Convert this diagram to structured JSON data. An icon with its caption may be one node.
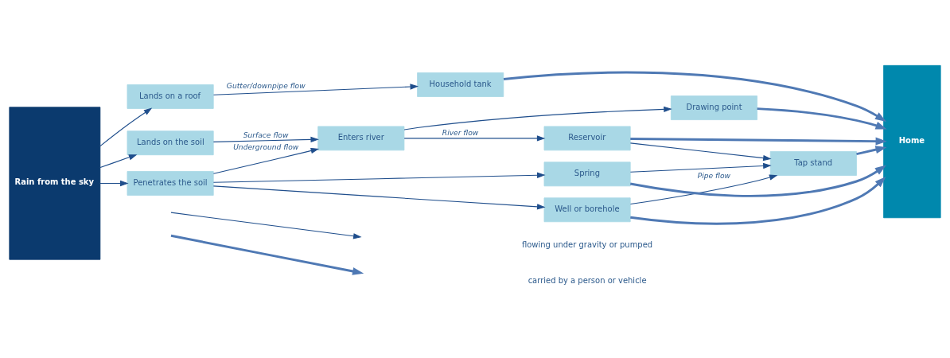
{
  "diagram": {
    "nodes": [
      {
        "text": [
          "Rain from the sky"
        ]
      },
      {
        "text": [
          "Lands on a roof"
        ]
      },
      {
        "text": [
          "Household tank"
        ]
      },
      {
        "text": [
          "Penetrates the soil"
        ]
      },
      {
        "text": [
          "Well or borehole"
        ]
      },
      {
        "text": [
          "Spring"
        ]
      },
      {
        "text": [
          "Tap stand"
        ]
      },
      {
        "text": [
          "Lands on the soil"
        ]
      },
      {
        "text": [
          "Enters river"
        ]
      },
      {
        "text": [
          "Reservoir"
        ]
      },
      {
        "text": [
          "Drawing point"
        ]
      },
      {
        "text": [
          "Home"
        ]
      }
    ],
    "edges": [
      {
        "from": 0,
        "to": 1,
        "arrow": "to"
      },
      {
        "from": 1,
        "to": 2,
        "arrow": "to",
        "label": "Gutter/downpipe flow"
      },
      {
        "from": 2,
        "to": 11,
        "arrow": "to",
        "style": "thick",
        "color": "#4f79b4"
      },
      {
        "from": 0,
        "to": 3,
        "arrow": "to"
      },
      {
        "from": 3,
        "to": 4,
        "arrow": "to"
      },
      {
        "from": 3,
        "to": 5,
        "arrow": "to"
      },
      {
        "from": 3,
        "to": 8,
        "arrow": "to",
        "label": "Underground flow"
      },
      {
        "from": 4,
        "to": 11,
        "arrow": "to",
        "style": "thick",
        "color": "#4f79b4"
      },
      {
        "from": 4,
        "to": 6,
        "arrow": "to",
        "label": "Pipe flow"
      },
      {
        "from": 5,
        "to": 6,
        "arrow": "to"
      },
      {
        "from": 6,
        "to": 11,
        "arrow": "to",
        "style": "thick",
        "color": "#4f79b4"
      },
      {
        "from": 5,
        "to": 11,
        "arrow": "to",
        "style": "thick",
        "color": "#4f79b4"
      },
      {
        "from": 0,
        "to": 7,
        "arrow": "to"
      },
      {
        "from": 7,
        "to": 8,
        "arrow": "to",
        "label": "Surface flow"
      },
      {
        "from": 8,
        "to": 9,
        "arrow": "to",
        "label": "River flow"
      },
      {
        "from": 8,
        "to": 10,
        "arrow": "to"
      },
      {
        "from": 9,
        "to": 6,
        "arrow": "to"
      },
      {
        "from": 9,
        "to": 11,
        "arrow": "to",
        "style": "thick",
        "color": "#4f79b4"
      },
      {
        "from": 10,
        "to": 11,
        "arrow": "to",
        "style": "thick",
        "color": "#4f79b4"
      }
    ],
    "legend": [
      {
        "text": "flowing under gravity or pumped"
      },
      {
        "text": "carried by a person or vehicle"
      }
    ]
  }
}
